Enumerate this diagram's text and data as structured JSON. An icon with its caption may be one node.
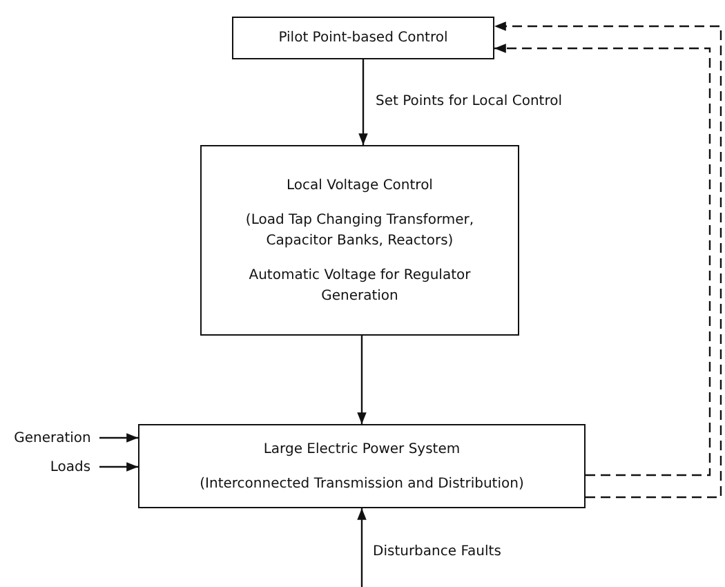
{
  "diagram": {
    "nodes": [
      {
        "text": [
          "Pilot Point-based Control"
        ]
      },
      {
        "text": [
          "Local Voltage Control",
          "(Load Tap Changing Transformer, Capacitor Banks, Reactors)",
          "Automatic Voltage for Regulator Generation"
        ]
      },
      {
        "text": [
          "Large Electric Power System",
          "(Interconnected Transmission and Distribution)"
        ]
      },
      {
        "text": [
          "Generation"
        ]
      },
      {
        "text": [
          "Loads"
        ]
      }
    ],
    "edges": [
      {
        "from": 0,
        "to": 1,
        "arrow": "to",
        "label": "Set Points for Local Control"
      },
      {
        "from": 1,
        "to": 2,
        "arrow": "to"
      },
      {
        "from": 3,
        "to": 2,
        "arrow": "to"
      },
      {
        "from": 4,
        "to": 2,
        "arrow": "to"
      },
      {
        "from": null,
        "to": 2,
        "arrow": "to",
        "label": "Disturbance Faults"
      },
      {
        "from": 2,
        "to": 0,
        "arrow": "to",
        "style": "dashed"
      },
      {
        "from": 2,
        "to": 0,
        "arrow": "to",
        "style": "dashed"
      }
    ]
  }
}
